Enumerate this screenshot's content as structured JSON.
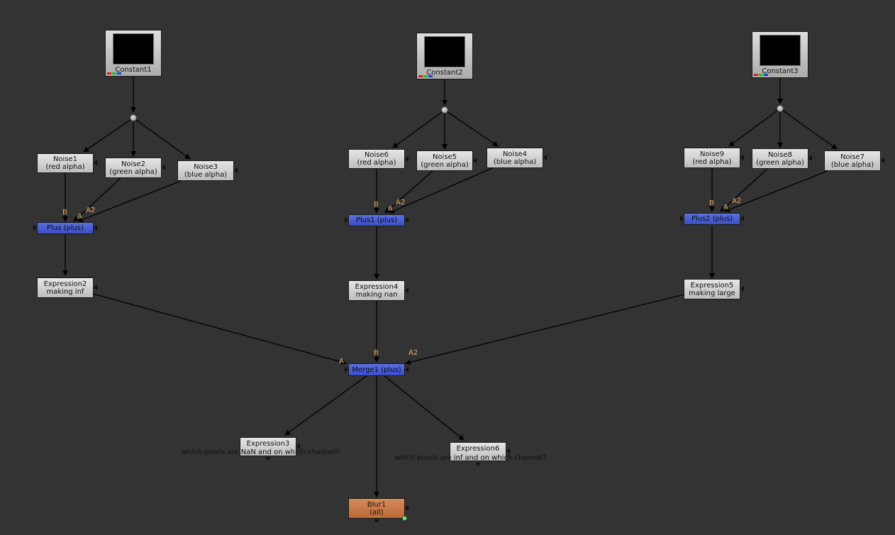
{
  "graph": {
    "background": "#333333",
    "constants": [
      {
        "id": "constant1",
        "label": "Constant1"
      },
      {
        "id": "constant2",
        "label": "Constant2"
      },
      {
        "id": "constant3",
        "label": "Constant3"
      }
    ],
    "noise_nodes": [
      {
        "id": "noise1",
        "name": "Noise1",
        "sub": "(red alpha)"
      },
      {
        "id": "noise2",
        "name": "Noise2",
        "sub": "(green alpha)"
      },
      {
        "id": "noise3",
        "name": "Noise3",
        "sub": "(blue alpha)"
      },
      {
        "id": "noise6",
        "name": "Noise6",
        "sub": "(red alpha)"
      },
      {
        "id": "noise5",
        "name": "Noise5",
        "sub": "(green alpha)"
      },
      {
        "id": "noise4",
        "name": "Noise4",
        "sub": "(blue alpha)"
      },
      {
        "id": "noise9",
        "name": "Noise9",
        "sub": "(red alpha)"
      },
      {
        "id": "noise8",
        "name": "Noise8",
        "sub": "(green alpha)"
      },
      {
        "id": "noise7",
        "name": "Noise7",
        "sub": "(blue alpha)"
      }
    ],
    "plus_nodes": [
      {
        "id": "plus",
        "label": "Plus (plus)"
      },
      {
        "id": "plus1",
        "label": "Plus1 (plus)"
      },
      {
        "id": "plus2",
        "label": "Plus2 (plus)"
      }
    ],
    "expressions": [
      {
        "id": "expression2",
        "name": "Expression2",
        "sub": "making inf"
      },
      {
        "id": "expression4",
        "name": "Expression4",
        "sub": "making nan"
      },
      {
        "id": "expression5",
        "name": "Expression5",
        "sub": "making large"
      }
    ],
    "merge": {
      "label": "Merge1 (plus)"
    },
    "expression3": {
      "name": "Expression3",
      "note": "which pixels are NaN and on which channel?"
    },
    "expression6": {
      "name": "Expression6",
      "note": "which pixels are inf and on which channel?"
    },
    "blur": {
      "name": "Blur1",
      "sub": "(all)"
    },
    "input_labels": {
      "a": "A",
      "b": "B",
      "a2": "A2"
    },
    "colors": {
      "edge": "#000000",
      "plus_node": "#4a5fd6",
      "blur_node": "#c97a4c",
      "input_label": "#f0b060",
      "viewer_dot": "#7cf07c"
    }
  }
}
